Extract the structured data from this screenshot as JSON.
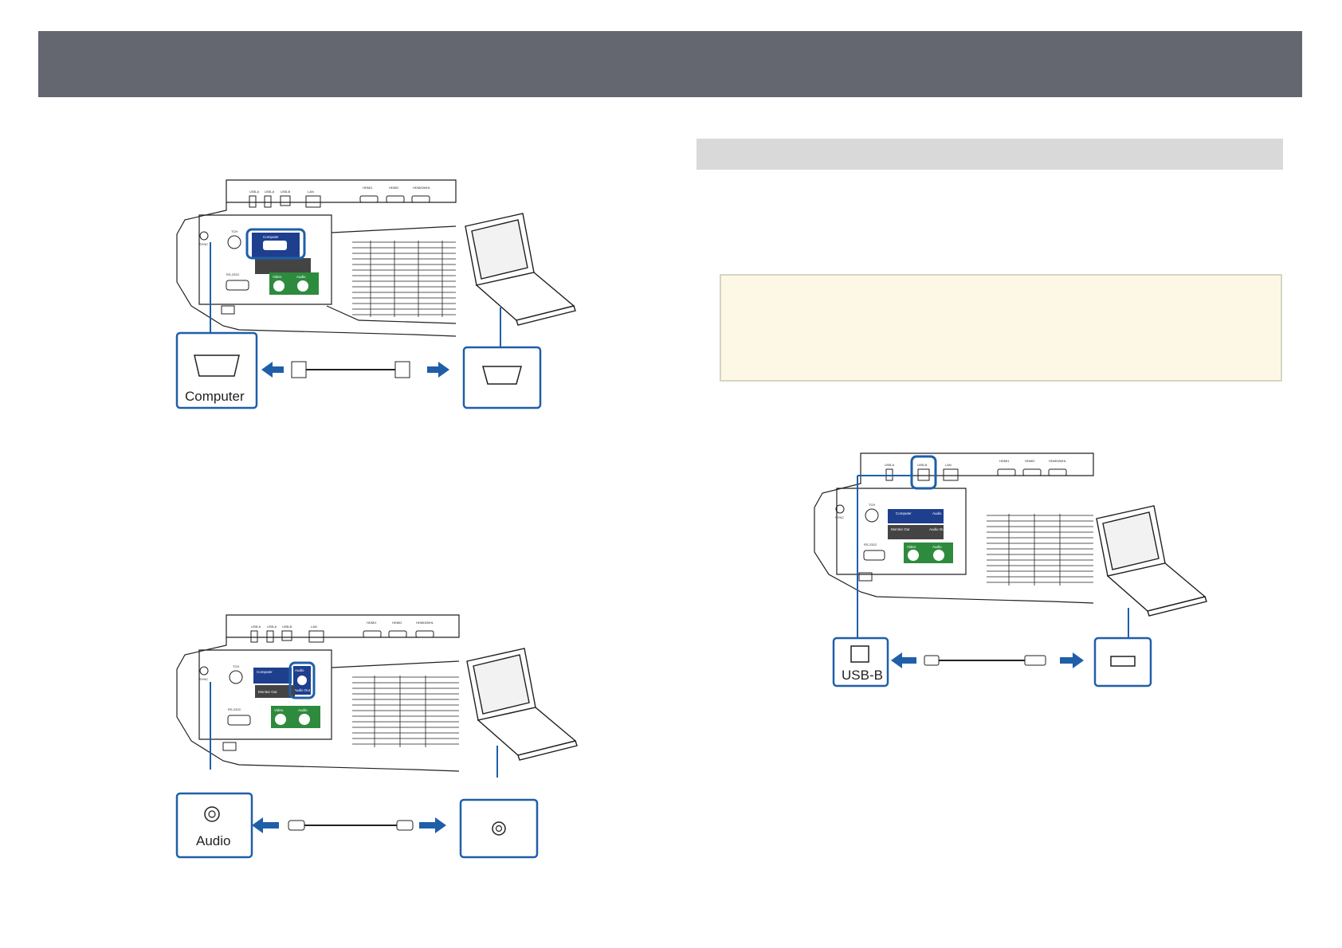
{
  "header": {
    "title": ""
  },
  "section": {
    "heading": ""
  },
  "figures": {
    "computer": {
      "label": "Computer",
      "panel": {
        "usb_a1": "USB-A",
        "usb_a2": "USB-A",
        "usb_b": "USB-B",
        "lan": "LAN",
        "hdmi1": "HDMI1",
        "hdmi2": "HDMI2",
        "hdmi3": "HDMI3/MHL",
        "tch": "TCH",
        "sync": "SYNC",
        "computer": "Computer",
        "rs232c": "RS-232C",
        "video": "Video",
        "audio": "Audio"
      }
    },
    "audio": {
      "label": "Audio",
      "panel": {
        "usb_a1": "USB-A",
        "usb_a2": "USB-A",
        "usb_b": "USB-B",
        "lan": "LAN",
        "hdmi1": "HDMI1",
        "hdmi2": "HDMI2",
        "hdmi3": "HDMI3/MHL",
        "tch": "TCH",
        "sync": "SYNC",
        "computer": "Computer",
        "audio": "Audio",
        "audio_out": "Audio Out",
        "monitor_out": "Monitor Out",
        "rs232c": "RS-232C",
        "video": "Video",
        "audio2": "Audio"
      }
    },
    "usb": {
      "label": "USB-B",
      "panel": {
        "usb_a": "USB-A",
        "usb_b": "USB-B",
        "lan": "LAN",
        "hdmi1": "HDMI1",
        "hdmi2": "HDMI2",
        "hdmi3": "HDMI3/MHL",
        "tch": "TCH",
        "sync": "SYNC",
        "computer": "Computer",
        "audio": "Audio",
        "monitor_out": "Monitor Out",
        "audio_out": "Audio Out",
        "rs232c": "RS-232C",
        "video": "Video",
        "audio2": "Audio"
      }
    }
  },
  "colors": {
    "header": "#646770",
    "accent_blue": "#1f5fa8",
    "port_blue": "#1e3f8e",
    "port_green": "#2e8b3e",
    "note_bg": "#fdf8e6"
  }
}
